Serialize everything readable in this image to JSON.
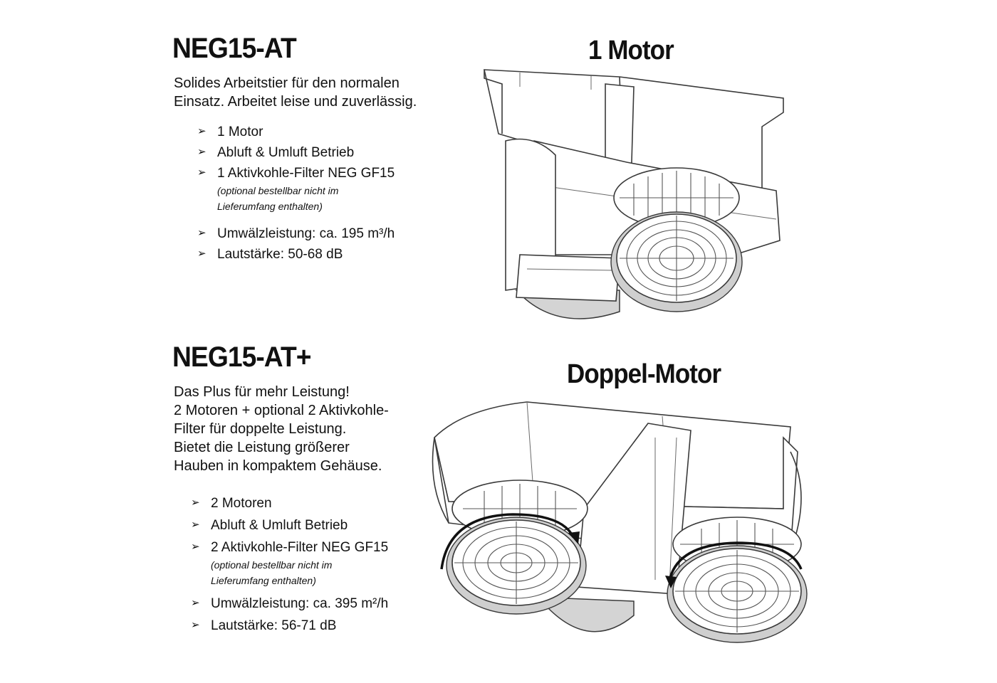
{
  "section1": {
    "title": "NEG15-AT",
    "motor_label": "1 Motor",
    "description": [
      "Solides Arbeitstier für den normalen",
      "Einsatz. Arbeitet leise und zuverlässig."
    ],
    "bullets": [
      {
        "text": "1 Motor"
      },
      {
        "text": "Abluft & Umluft Betrieb"
      },
      {
        "text": "1 Aktivkohle-Filter NEG GF15",
        "note": [
          "(optional bestellbar nicht im",
          "Lieferumfang enthalten)"
        ]
      },
      {
        "text": "Umwälzleistung: ca. 195 m³/h"
      },
      {
        "text": "Lautstärke: 50-68 dB"
      }
    ]
  },
  "section2": {
    "title": "NEG15-AT+",
    "motor_label": "Doppel-Motor",
    "description": [
      "Das Plus für mehr Leistung!",
      "2  Motoren + optional 2 Aktivkohle-",
      "Filter für doppelte Leistung.",
      "Bietet die Leistung größerer",
      "Hauben in kompaktem Gehäuse."
    ],
    "bullets": [
      {
        "text": " 2 Motoren"
      },
      {
        "text": "Abluft & Umluft Betrieb"
      },
      {
        "text": "2 Aktivkohle-Filter NEG GF15",
        "note": [
          "(optional bestellbar nicht im",
          "Lieferumfang enthalten)"
        ]
      },
      {
        "text": "Umwälzleistung: ca. 395 m²/h"
      },
      {
        "text": "Lautstärke: 56-71 dB"
      }
    ]
  },
  "bullet_glyph": "➢",
  "icons": [
    "single-motor-unit-drawing-icon",
    "double-motor-unit-drawing-icon"
  ]
}
